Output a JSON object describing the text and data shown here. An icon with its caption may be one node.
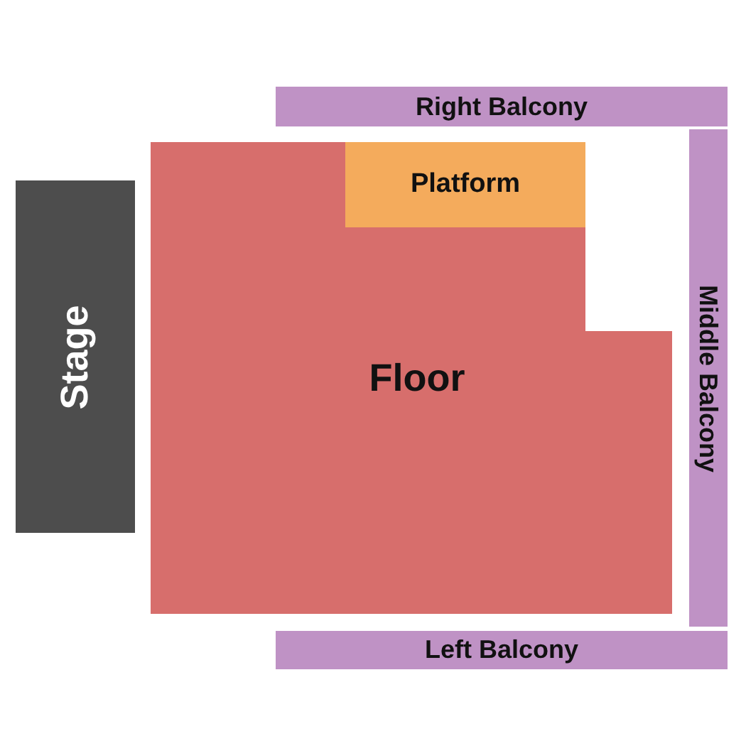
{
  "diagram": {
    "nodes": [
      {
        "text": [
          "Right Balcony"
        ]
      },
      {
        "text": [
          "Stage"
        ]
      },
      {
        "text": [
          "Floor"
        ]
      },
      {
        "text": [
          "Platform"
        ]
      },
      {
        "text": [
          "Middle Balcony"
        ]
      },
      {
        "text": [
          "Left Balcony"
        ]
      }
    ]
  }
}
